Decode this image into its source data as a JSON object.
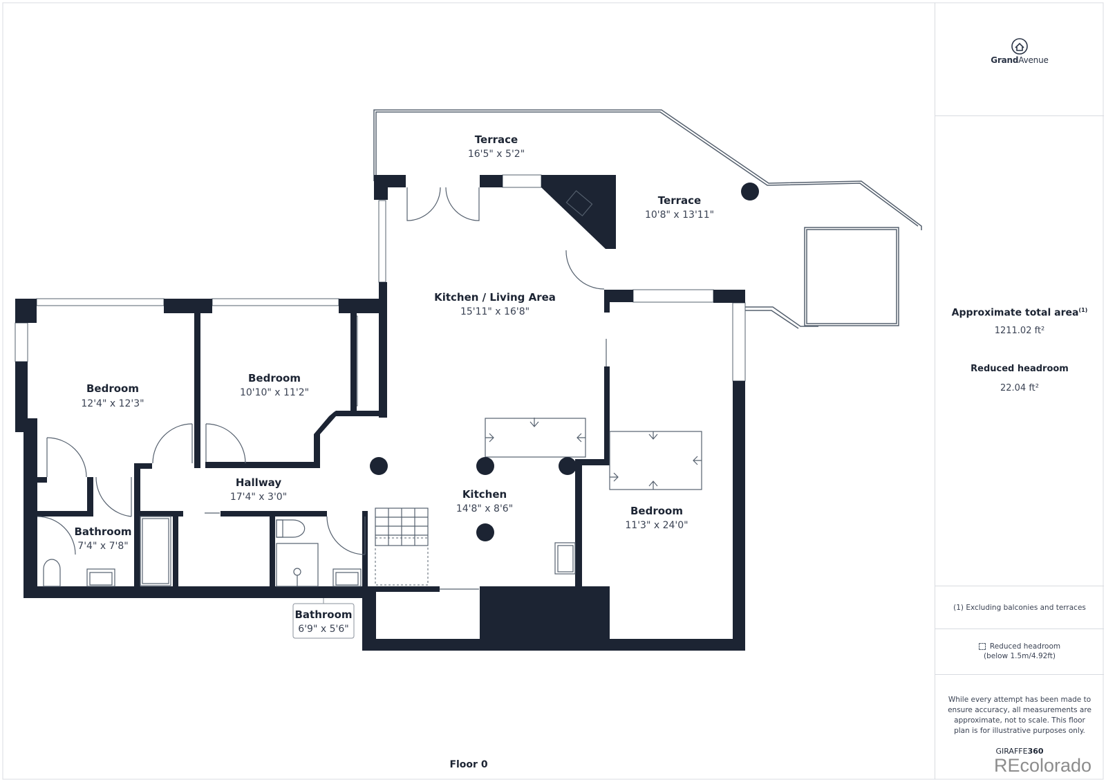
{
  "rooms": [
    {
      "name": "Terrace",
      "dims": "16'5\" x 5'2\""
    },
    {
      "name": "Terrace",
      "dims": "10'8\" x 13'11\""
    },
    {
      "name": "Kitchen / Living Area",
      "dims": "15'11\" x 16'8\""
    },
    {
      "name": "Bedroom",
      "dims": "12'4\" x 12'3\""
    },
    {
      "name": "Bedroom",
      "dims": "10'10\" x 11'2\""
    },
    {
      "name": "Hallway",
      "dims": "17'4\" x 3'0\""
    },
    {
      "name": "Kitchen",
      "dims": "14'8\" x 8'6\""
    },
    {
      "name": "Bedroom",
      "dims": "11'3\" x 24'0\""
    },
    {
      "name": "Bathroom",
      "dims": "7'4\" x 7'8\""
    },
    {
      "name": "Bathroom",
      "dims": "6'9\" x 5'6\""
    }
  ],
  "floor_label": "Floor 0",
  "sidebar": {
    "logo": {
      "brand_bold": "Grand",
      "brand_light": "Avenue",
      "tagline": "",
      "subline": ""
    },
    "total_area": {
      "label": "Approximate total area",
      "note_marker": "(1)",
      "value": "1211.02 ft²"
    },
    "reduced_headroom": {
      "label": "Reduced headroom",
      "value": "22.04 ft²"
    },
    "footnote": "(1) Excluding balconies and terraces",
    "legend": {
      "line1": "Reduced headroom",
      "line2": "(below 1.5m/4.92ft)"
    },
    "disclaimer": "While every attempt has been made to ensure accuracy, all measurements are approximate, not to scale. This floor plan is for illustrative purposes only.",
    "credit": {
      "bold_part": "GIRAFFE",
      "light_part": "360"
    }
  },
  "watermark": "REcolorado",
  "colors": {
    "wall": "#1c2433",
    "line": "#55606e",
    "panel_border": "#d8dbe0",
    "watermark": "#8c8c8c"
  }
}
